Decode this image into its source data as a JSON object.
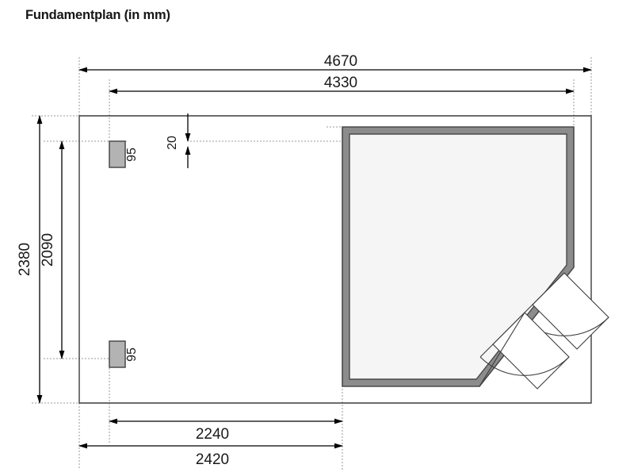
{
  "title": "Fundamentplan (in mm)",
  "units": "mm",
  "dimensions": {
    "overall_width": "4670",
    "inner_width": "4330",
    "overall_height": "2380",
    "inner_height": "2090",
    "bottom_inner": "2240",
    "bottom_outer": "2420",
    "pad_offset": "20",
    "pad_top_size": "95",
    "pad_bottom_size": "95"
  },
  "labels": {
    "top_outer": "4670",
    "top_inner": "4330",
    "left_outer": "2380",
    "left_inner": "2090",
    "offset_20": "20",
    "pad_upper": "95",
    "pad_lower": "95",
    "bottom_inner": "2240",
    "bottom_outer": "2420"
  },
  "colors": {
    "line": "#3c3c3c",
    "dim_line": "#000000",
    "wall_fill": "#8c8c8c",
    "wall_stroke": "#4a4a4a",
    "room_fill": "#f5f5f5",
    "pad_fill": "#b3b3b3",
    "pad_stroke": "#4a4a4a",
    "helper_line": "#9a9a9a",
    "text": "#1a1a1a"
  },
  "elements": {
    "terrace_label": "terrace-outline",
    "cabin_label": "cabin-footprint",
    "door_label": "double-door-corner"
  }
}
